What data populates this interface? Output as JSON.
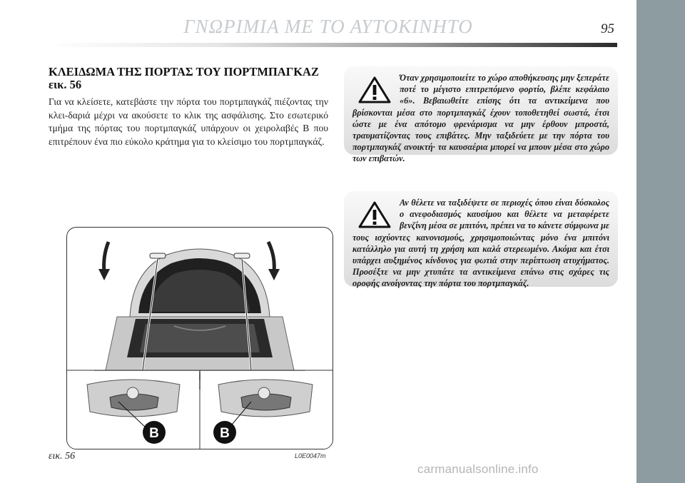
{
  "header": {
    "title": "ΓΝΩΡΙΜΙΑ ΜΕ ΤΟ ΑΥΤΟΚΙΝΗΤΟ",
    "page_number": "95"
  },
  "section": {
    "heading": "ΚΛΕΙΔΩΜΑ ΤΗΣ ΠΟΡΤΑΣ ΤΟΥ ΠΟΡΤΜΠΑΓΚΑΖ εικ. 56",
    "body": "Για να κλείσετε, κατεβάστε την πόρτα του πορτμπαγκάζ πιέζοντας την κλει-δαριά μέχρι να ακούσετε το κλικ της ασφάλισης. Στο εσωτερικό τμήμα της πόρτας του πορτμπαγκάζ υπάρχουν οι χειρολαβές B που επιτρέπουν ένα πιο εύκολο κράτημα για το κλείσιμο του πορτμπαγκάζ."
  },
  "warnings": [
    {
      "icon": "warning-triangle-icon",
      "text": "Όταν χρησιμοποιείτε το χώρο αποθήκευσης μην ξεπεράτε ποτέ το μέγιστο επιτρεπόμενο φορτίο, βλέπε κεφάλαιο «6». Βεβαιωθείτε επίσης ότι τα αντικείμενα που βρίσκονται μέσα στο πορτμπαγκάζ έχουν τοποθετηθεί σωστά, έτσι ώστε με ένα απότομο φρενάρισμα να μην έρθουν μπροστά, τραυματίζοντας τους επιβάτες. Μην ταξιδεύετε με την πόρτα του πορτμπαγκάζ ανοικτή· τα καυσαέρια μπορεί να μπουν μέσα στο χώρο των επιβατών."
    },
    {
      "icon": "warning-triangle-icon",
      "text": "Αν θέλετε να ταξιδέψετε σε περιοχές όπου είναι δύσκολος ο ανεφοδιασμός καυσίμου και θέλετε να μεταφέρετε βενζίνη μέσα σε μπιτόνι, πρέπει να το κάνετε σύμφωνα με τους ισχύοντες κανονισμούς, χρησιμοποιώντας μόνο ένα μπιτόνι κατάλληλο για αυτή τη χρήση και καλά στερεωμένο. Ακόμα και έτσι υπάρχει αυξημένος κίνδυνος για φωτιά στην περίπτωση ατυχήματος. Προσέξτε να μην χτυπάτε τα αντικείμενα επάνω στις σχάρες τις οροφής ανοίγοντας την πόρτα του πορτμπαγκάζ."
    }
  ],
  "figure": {
    "label_left": "B",
    "label_right": "B",
    "caption": "εικ. 56",
    "code": "L0E0047m"
  },
  "watermark": "carmanualsonline.info"
}
